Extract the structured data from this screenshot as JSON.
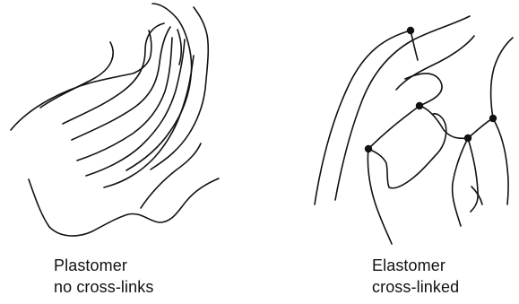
{
  "plastomer": {
    "title": "Plastomer",
    "subtitle": "no cross-links"
  },
  "elastomer": {
    "title": "Elastomer",
    "subtitle": "cross-linked"
  },
  "colors": {
    "ink": "#111111",
    "background": "#ffffff"
  }
}
